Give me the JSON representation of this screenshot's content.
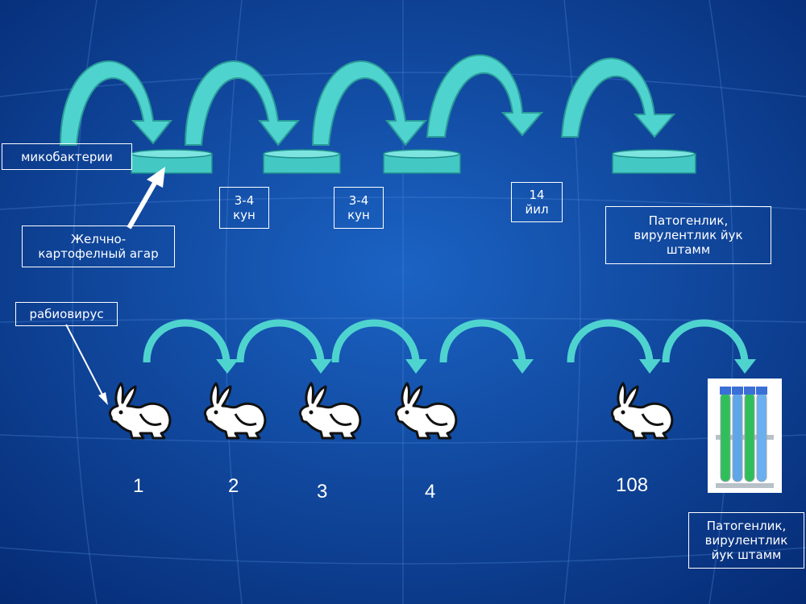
{
  "labels": {
    "mycobacteria": "микобактерии",
    "agar": "Желчно-\nкартофелный агар",
    "days1": "3-4\nкун",
    "days2": "3-4\nкун",
    "years": "14\nйил",
    "result_top": "Патогенлик,\nвирулентлик йук\nштамм",
    "rabies": "рабиовирус",
    "result_bottom": "Патогенлик,\nвирулентлик\nйук штамм"
  },
  "passages": [
    "1",
    "2",
    "3",
    "4",
    "108"
  ],
  "colors": {
    "background": "#0a3f96",
    "arrow": "#4fd3cf",
    "arrow_dark": "#2a9a98",
    "dish": "#43c8c4",
    "text": "#ffffff"
  },
  "icons": [
    "rabbit-icon",
    "test-tube-rack-icon",
    "petri-dish-icon"
  ]
}
